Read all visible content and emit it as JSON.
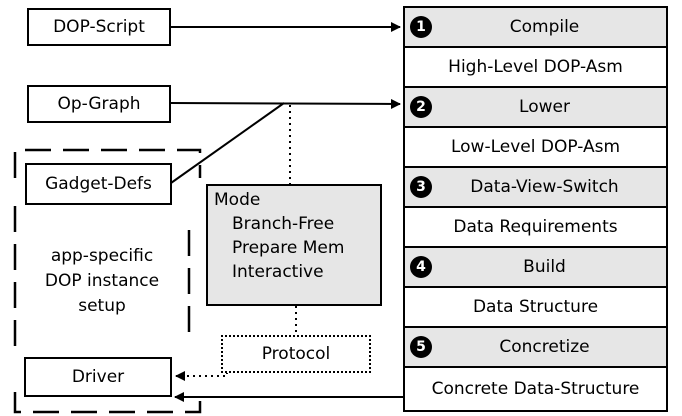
{
  "inputs": {
    "dop_script": "DOP-Script",
    "op_graph": "Op-Graph",
    "gadget_defs": "Gadget-Defs",
    "driver": "Driver"
  },
  "setup_text": [
    "app-specific",
    "DOP instance",
    "setup"
  ],
  "mode": {
    "title": "Mode",
    "options": [
      "Branch-Free",
      "Prepare Mem",
      "Interactive"
    ]
  },
  "protocol": "Protocol",
  "pipeline": [
    {
      "number": "1",
      "stage": "Compile",
      "output": "High-Level DOP-Asm"
    },
    {
      "number": "2",
      "stage": "Lower",
      "output": "Low-Level DOP-Asm"
    },
    {
      "number": "3",
      "stage": "Data-View-Switch",
      "output": "Data Requirements"
    },
    {
      "number": "4",
      "stage": "Build",
      "output": "Data Structure"
    },
    {
      "number": "5",
      "stage": "Concretize",
      "output": "Concrete Data-Structure"
    }
  ],
  "colors": {
    "stage_fill": "#e6e6e6",
    "line": "#000000"
  }
}
